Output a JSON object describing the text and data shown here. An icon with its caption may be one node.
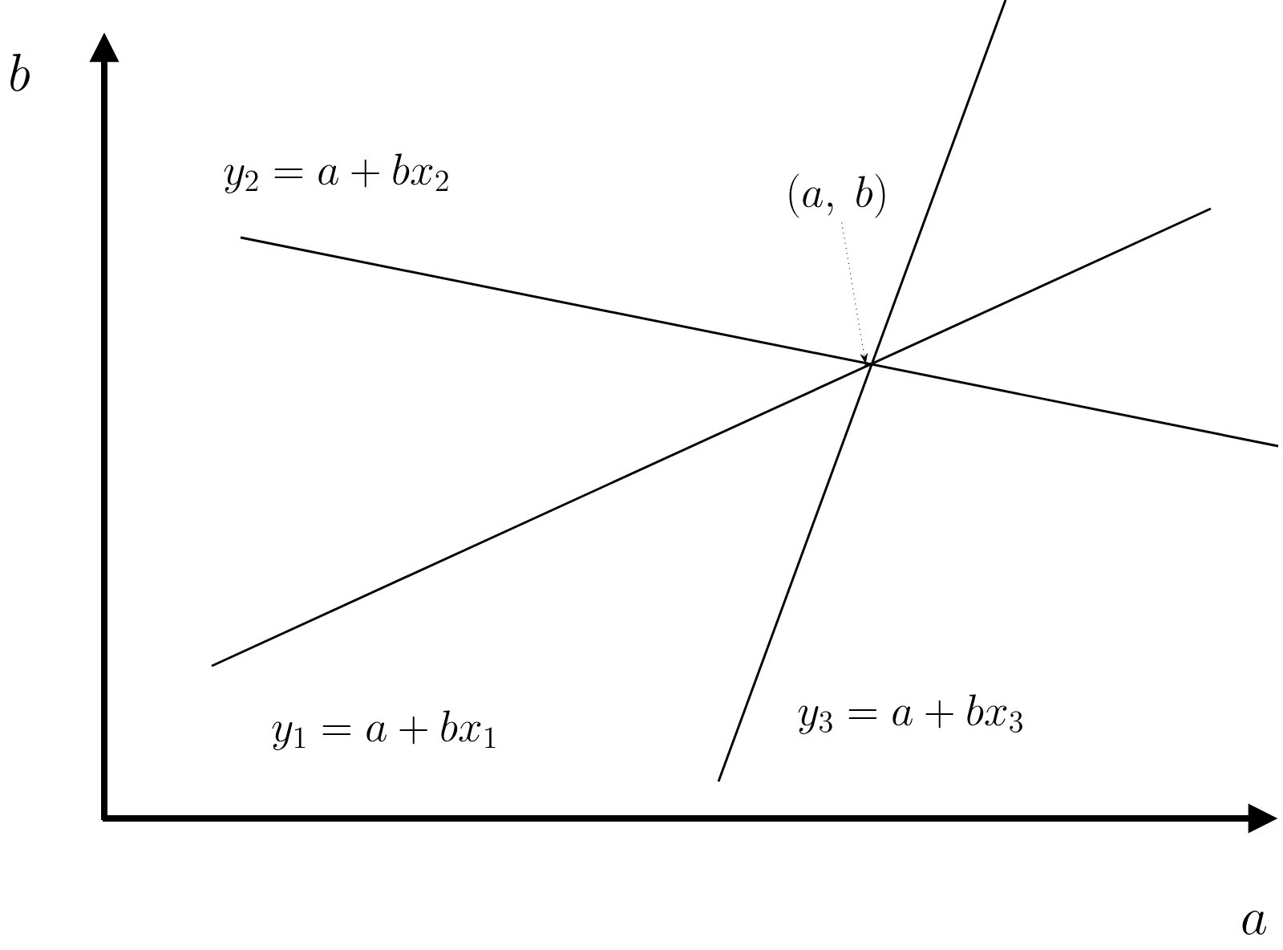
{
  "diagram": {
    "nodes": [
      {
        "text": [
          "(a,\\ b)"
        ]
      },
      {
        "text": [],
        "shape": "point"
      }
    ],
    "edges": [
      {
        "from": 0,
        "to": 1,
        "arrow": "to",
        "style": "dashed"
      }
    ],
    "labels": [
      "b",
      "y_2 = a + bx_2",
      "y_1 = a + bx_1",
      "y_3 = a + bx_3",
      "a"
    ]
  }
}
